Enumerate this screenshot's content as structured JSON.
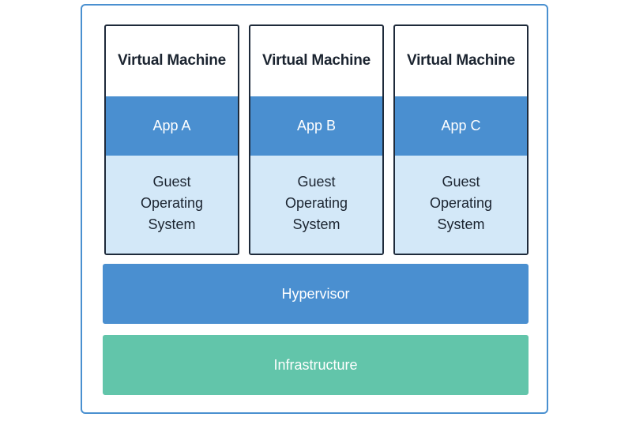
{
  "diagram": {
    "virtual_machines": [
      {
        "title": "Virtual Machine",
        "app": "App A",
        "os": "Guest Operating System"
      },
      {
        "title": "Virtual Machine",
        "app": "App B",
        "os": "Guest Operating System"
      },
      {
        "title": "Virtual Machine",
        "app": "App C",
        "os": "Guest Operating System"
      }
    ],
    "hypervisor": "Hypervisor",
    "infrastructure": "Infrastructure",
    "colors": {
      "frame_border": "#4a90d0",
      "vm_border": "#1e2a3a",
      "app_layer": "#4a8fd0",
      "os_layer": "#d3e8f8",
      "hypervisor": "#4a8fd0",
      "infrastructure": "#62c5aa"
    }
  }
}
